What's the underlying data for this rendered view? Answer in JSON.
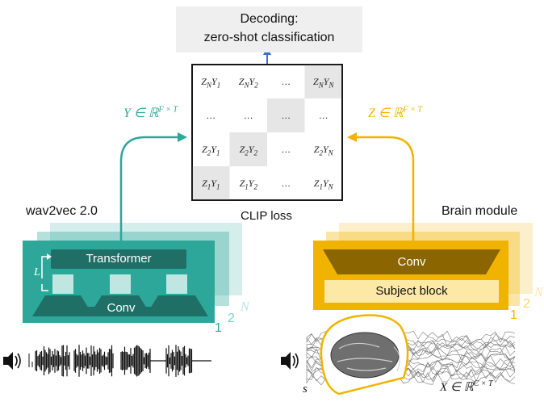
{
  "decoding": {
    "title": "Decoding:",
    "subtitle": "zero-shot classification"
  },
  "matrix": {
    "rows": [
      [
        "ZNY1",
        "ZNY2",
        "…",
        "ZNYN"
      ],
      [
        "…",
        "…",
        "…",
        "…"
      ],
      [
        "Z2Y1",
        "Z2Y2",
        "…",
        "Z2YN"
      ],
      [
        "Z1Y1",
        "Z1Y2",
        "…",
        "Z1YN"
      ]
    ],
    "loss_label": "CLIP loss"
  },
  "speech": {
    "title": "wav2vec 2.0",
    "output_label": "Y ∈ ℝ",
    "output_superscript": "F × T",
    "transformer_label": "Transformer",
    "conv_label": "Conv",
    "layer_label": "L",
    "stack_index_first": "1",
    "stack_index_second": "2",
    "stack_index_last": "N"
  },
  "brain": {
    "title": "Brain module",
    "output_label": "Z ∈ ℝ",
    "output_superscript": "F × T",
    "conv_label": "Conv",
    "subject_label": "Subject block",
    "stack_index_first": "1",
    "stack_index_second": "2",
    "stack_index_last": "N",
    "input_label": "X ∈ ℝ",
    "input_superscript": "C × T",
    "subject_symbol": "s"
  },
  "colors": {
    "teal": "#2ea79b",
    "teal_dark": "#1f6f67",
    "gold": "#f0b400",
    "gold_dark": "#8a6500",
    "gold_light": "#fde9a6",
    "highlight": "#e6e6e6",
    "arrow_blue": "#3a6fd0"
  }
}
